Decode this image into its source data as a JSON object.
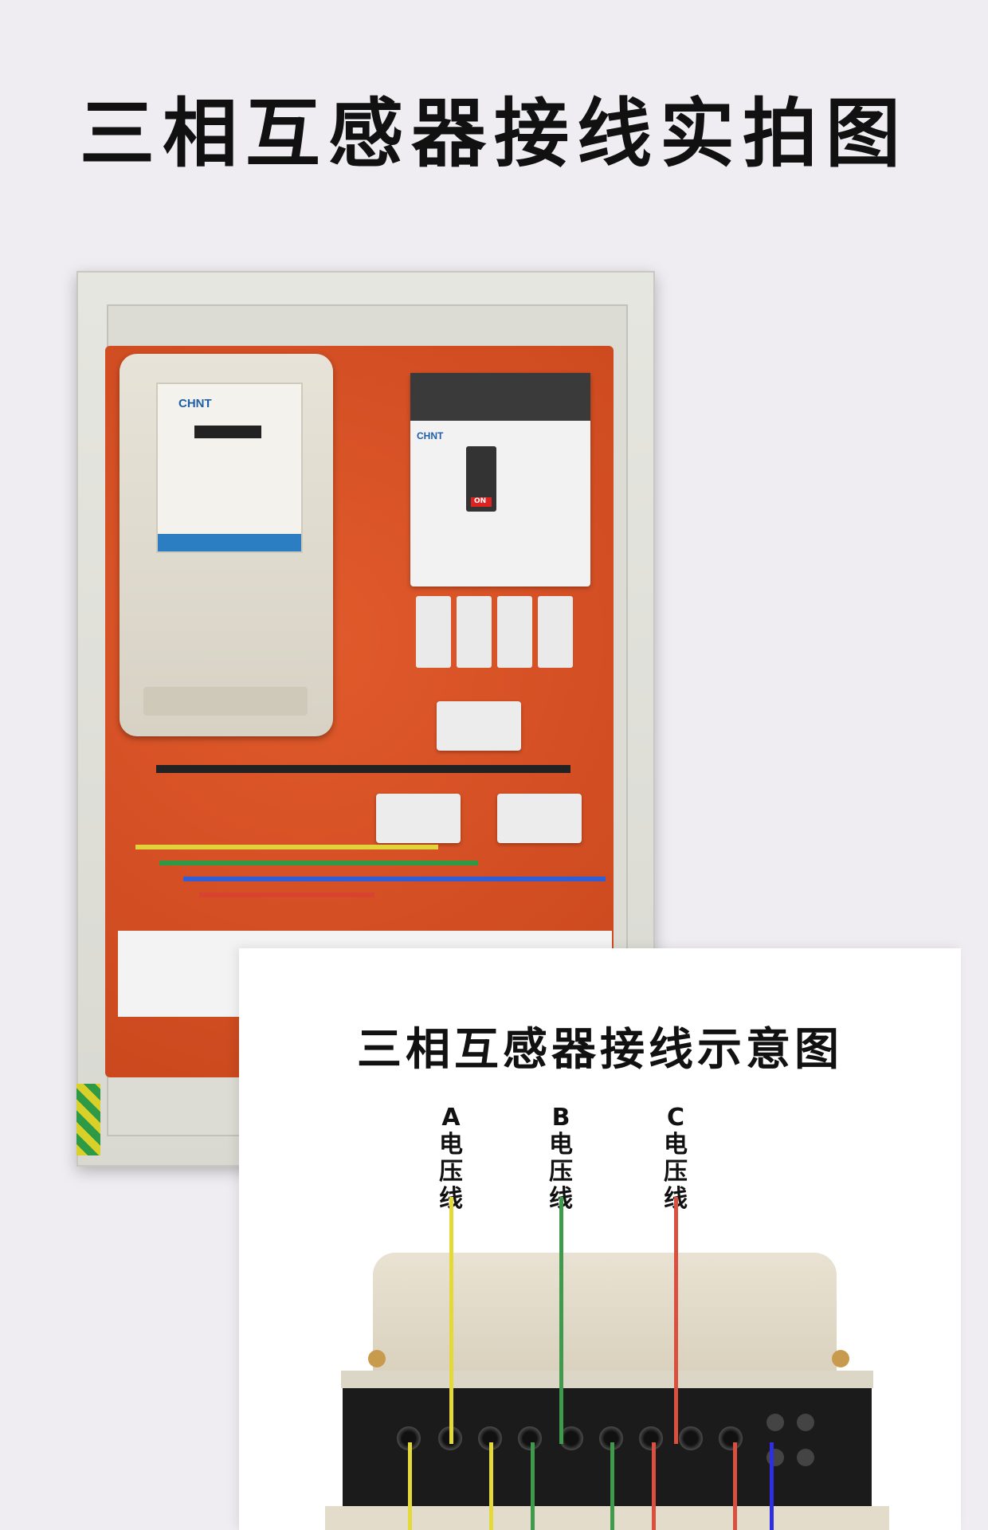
{
  "page": {
    "title": "三相互感器接线实拍图"
  },
  "photo": {
    "meter_brand": "CHNT",
    "breaker_brand": "CHNT",
    "breaker_state": "ON"
  },
  "diagram": {
    "title": "三相互感器接线示意图",
    "phases": [
      {
        "letter": "A",
        "line1": "电",
        "line2": "压",
        "line3": "线",
        "color": "#e3da3a"
      },
      {
        "letter": "B",
        "line1": "电",
        "line2": "压",
        "line3": "线",
        "color": "#3f9a4c"
      },
      {
        "letter": "C",
        "line1": "电",
        "line2": "压",
        "line3": "线",
        "color": "#d9513e"
      }
    ],
    "bottom_wire_colors": [
      "#e3da3a",
      "#e3da3a",
      "#3f9a4c",
      "#3f9a4c",
      "#d9513e",
      "#d9513e",
      "#2d2fe0"
    ]
  }
}
